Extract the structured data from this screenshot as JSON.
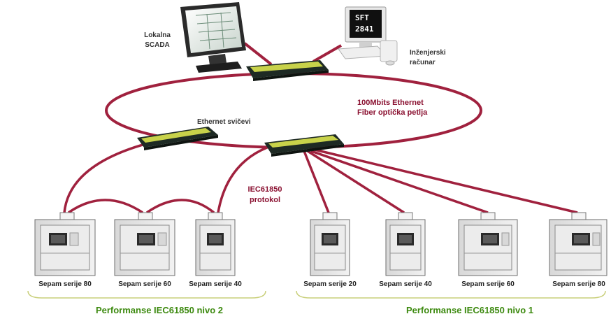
{
  "workstations": {
    "scada_label_line1": "Lokalna",
    "scada_label_line2": "SCADA",
    "engineer_label_line1": "Inženjerski",
    "engineer_label_line2": "računar",
    "engineer_screen_line1": "SFT",
    "engineer_screen_line2": "2841"
  },
  "network": {
    "ring_label_line1": "100Mbits Ethernet",
    "ring_label_line2": "Fiber optička petlja",
    "switches_label": "Ethernet svičevi",
    "protocol_line1": "IEC61850",
    "protocol_line2": "protokol"
  },
  "devices": [
    {
      "label": "Sepam serije 80"
    },
    {
      "label": "Sepam serije 60"
    },
    {
      "label": "Sepam serije 40"
    },
    {
      "label": "Sepam serije 20"
    },
    {
      "label": "Sepam serije 40"
    },
    {
      "label": "Sepam serije 60"
    },
    {
      "label": "Sepam serije 80"
    }
  ],
  "groups": {
    "level2": "Performanse IEC61850 nivo 2",
    "level1": "Performanse IEC61850 nivo 1"
  },
  "colors": {
    "link": "#a0213e",
    "switch_body": "#1e2a24",
    "switch_stripe": "#c8d24a",
    "group_text": "#3d8a10",
    "bracket": "#c9cf7a"
  }
}
